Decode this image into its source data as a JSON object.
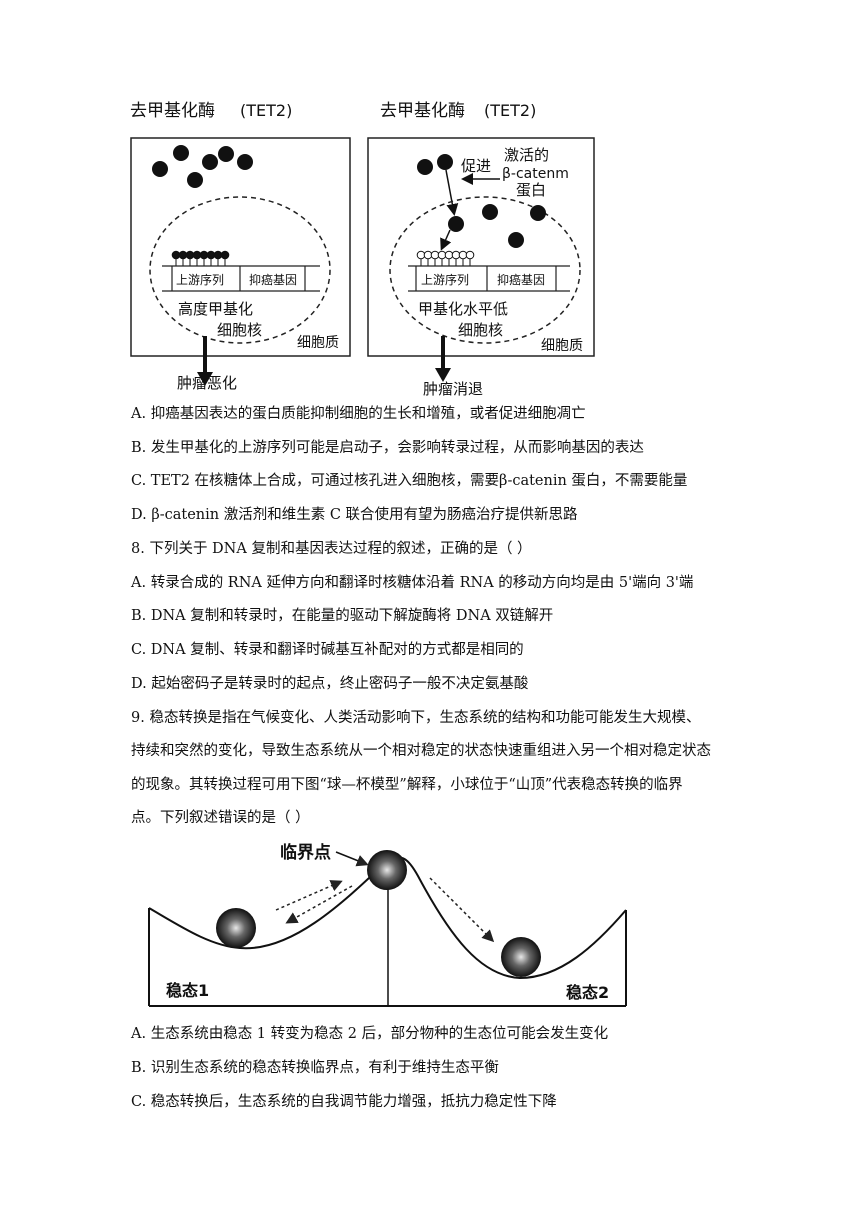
{
  "figure1": {
    "left": {
      "enzyme_label": "去甲基化酶",
      "enzyme_abbr": "(TET2)",
      "upstream_label": "上游序列",
      "gene_label": "抑癌基因",
      "methylation_label": "高度甲基化",
      "nucleus_label": "细胞核",
      "cytoplasm_label": "细胞质",
      "outcome_label": "肿瘤恶化"
    },
    "right": {
      "enzyme_label": "去甲基化酶",
      "enzyme_abbr": "(TET2)",
      "promote_label": "促进",
      "activator_line1": "激活的",
      "activator_line2": "β-catenm",
      "activator_line3": "蛋白",
      "upstream_label": "上游序列",
      "gene_label": "抑癌基因",
      "methylation_label": "甲基化水平低",
      "nucleus_label": "细胞核",
      "cytoplasm_label": "细胞质",
      "outcome_label": "肿瘤消退"
    }
  },
  "q7_options": [
    "A. 抑癌基因表达的蛋白质能抑制细胞的生长和增殖，或者促进细胞凋亡",
    "B. 发生甲基化的上游序列可能是启动子，会影响转录过程，从而影响基因的表达",
    "C. TET2 在核糖体上合成，可通过核孔进入细胞核，需要β-catenin 蛋白，不需要能量",
    "D. β-catenin 激活剂和维生素 C 联合使用有望为肠癌治疗提供新思路"
  ],
  "q8": {
    "stem": "8. 下列关于 DNA 复制和基因表达过程的叙述，正确的是（        ）",
    "options": [
      "A. 转录合成的 RNA 延伸方向和翻译时核糖体沿着 RNA 的移动方向均是由 5'端向 3'端",
      "B. DNA 复制和转录时，在能量的驱动下解旋酶将 DNA 双链解开",
      "C. DNA 复制、转录和翻译时碱基互补配对的方式都是相同的",
      "D. 起始密码子是转录时的起点，终止密码子一般不决定氨基酸"
    ]
  },
  "q9": {
    "stem_lines": [
      "9. 稳态转换是指在气候变化、人类活动影响下，生态系统的结构和功能可能发生大规模、",
      "持续和突然的变化，导致生态系统从一个相对稳定的状态快速重组进入另一个相对稳定状态",
      "的现象。其转换过程可用下图“球—杯模型”解释，小球位于“山顶”代表稳态转换的临界",
      "点。下列叙述错误的是（        ）"
    ],
    "figure": {
      "critical_point_label": "临界点",
      "state1_label": "稳态1",
      "state2_label": "稳态2"
    },
    "options": [
      "A. 生态系统由稳态 1 转变为稳态 2 后，部分物种的生态位可能会发生变化",
      "B. 识别生态系统的稳态转换临界点，有利于维持生态平衡",
      "C. 稳态转换后，生态系统的自我调节能力增强，抵抗力稳定性下降"
    ]
  }
}
